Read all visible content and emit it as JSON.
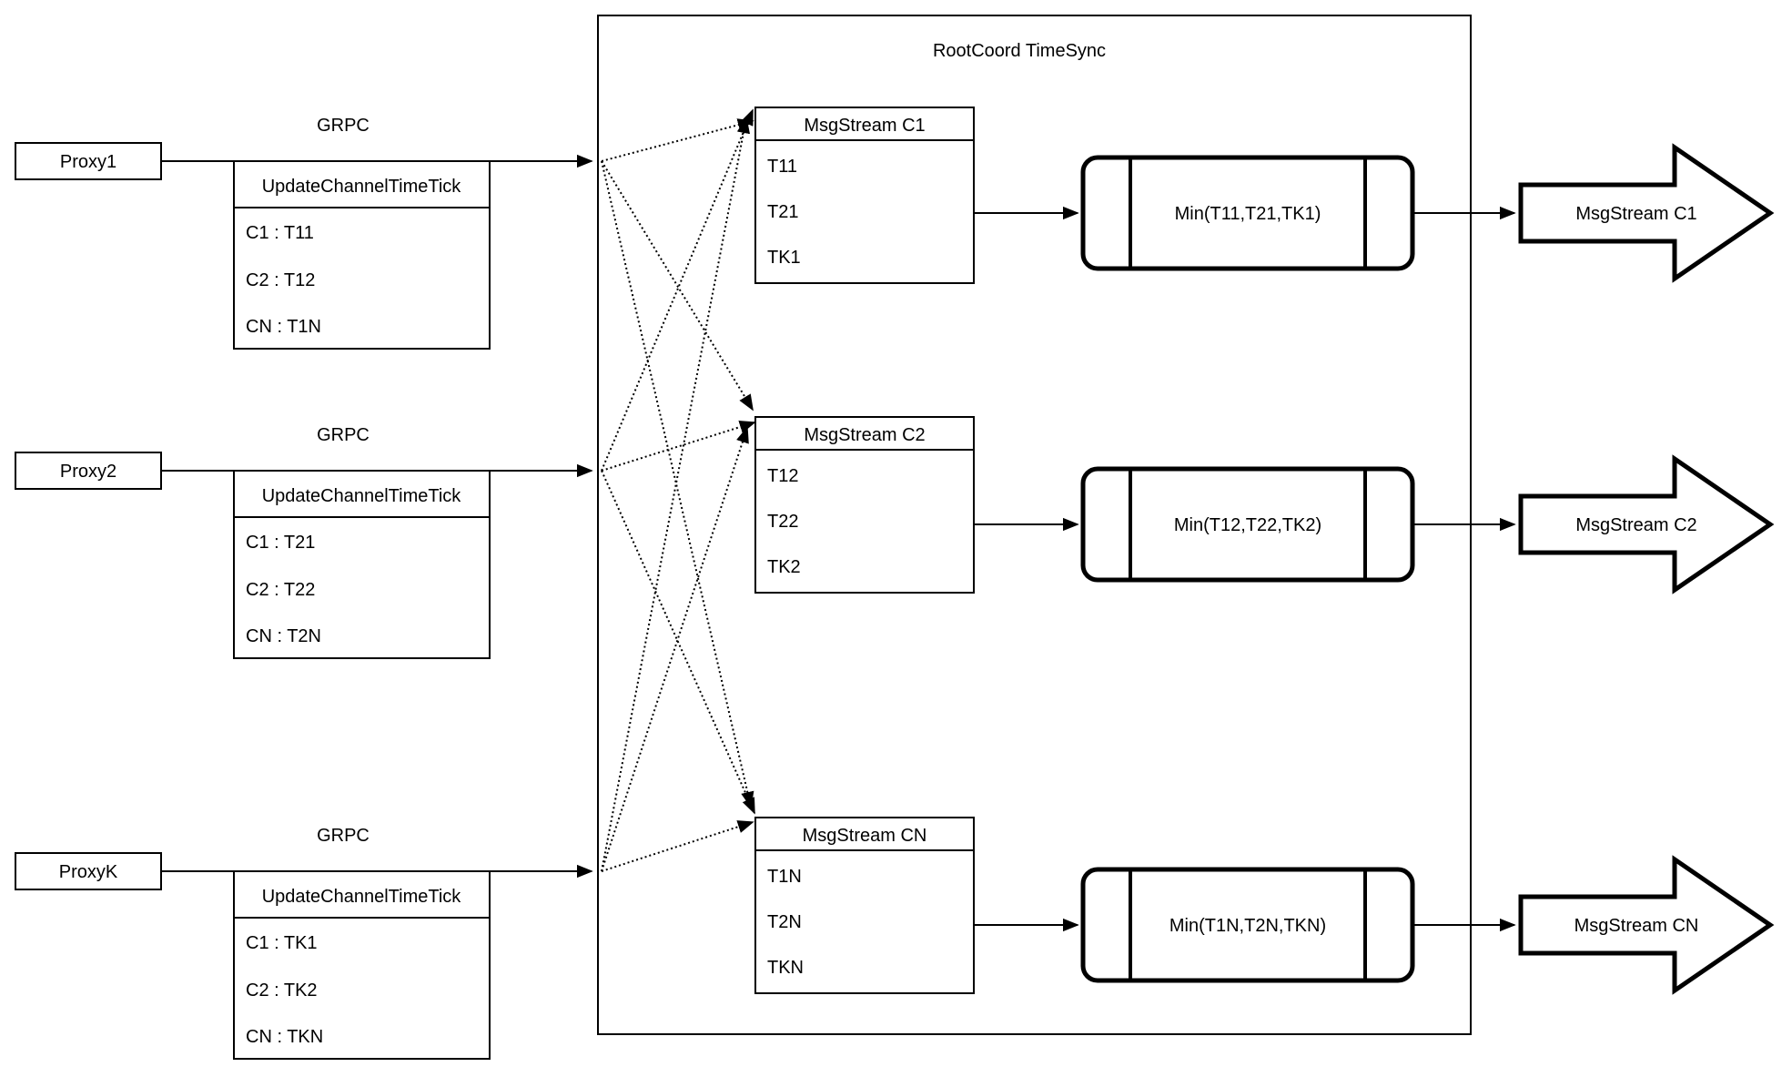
{
  "diagram": {
    "title": "RootCoord TimeSync",
    "grpc_label": "GRPC",
    "colors": {
      "stroke": "#000000",
      "background": "#ffffff"
    },
    "proxies": [
      {
        "name": "Proxy1",
        "table_header": "UpdateChannelTimeTick",
        "rows": [
          "C1 : T11",
          "C2 : T12",
          "CN : T1N"
        ]
      },
      {
        "name": "Proxy2",
        "table_header": "UpdateChannelTimeTick",
        "rows": [
          "C1 : T21",
          "C2 : T22",
          "CN : T2N"
        ]
      },
      {
        "name": "ProxyK",
        "table_header": "UpdateChannelTimeTick",
        "rows": [
          "C1 : TK1",
          "C2 : TK2",
          "CN : TKN"
        ]
      }
    ],
    "streams": [
      {
        "header": "MsgStream C1",
        "rows": [
          "T11",
          "T21",
          "TK1"
        ],
        "min_label": "Min(T11,T21,TK1)",
        "output_label": "MsgStream C1"
      },
      {
        "header": "MsgStream C2",
        "rows": [
          "T12",
          "T22",
          "TK2"
        ],
        "min_label": "Min(T12,T22,TK2)",
        "output_label": "MsgStream C2"
      },
      {
        "header": "MsgStream CN",
        "rows": [
          "T1N",
          "T2N",
          "TKN"
        ],
        "min_label": "Min(T1N,T2N,TKN)",
        "output_label": "MsgStream CN"
      }
    ]
  }
}
